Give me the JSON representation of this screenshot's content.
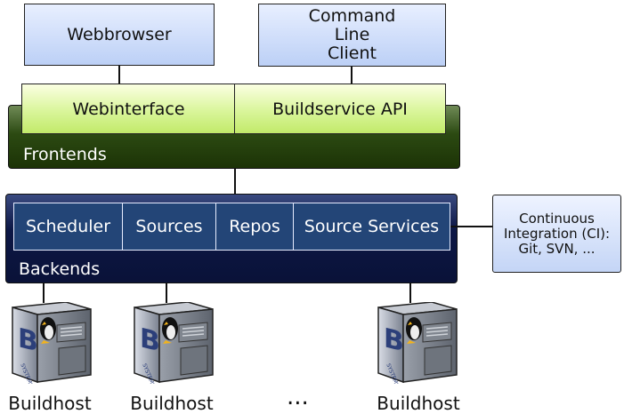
{
  "clients": {
    "webbrowser": "Webbrowser",
    "cli_line1": "Command",
    "cli_line2": "Line",
    "cli_line3": "Client"
  },
  "frontends": {
    "label": "Frontends",
    "webinterface": "Webinterface",
    "api": "Buildservice API"
  },
  "backends": {
    "label": "Backends",
    "components": [
      "Scheduler",
      "Sources",
      "Repos",
      "Source Services"
    ]
  },
  "ci": {
    "line1": "Continuous",
    "line2": "Integration (CI):",
    "line3": "Git, SVN, ..."
  },
  "buildhosts": {
    "labels": [
      "Buildhost",
      "Buildhost",
      "Buildhost"
    ],
    "ellipsis": "...",
    "logo_letter": "B",
    "logo_text": "SYSTEMS"
  }
}
